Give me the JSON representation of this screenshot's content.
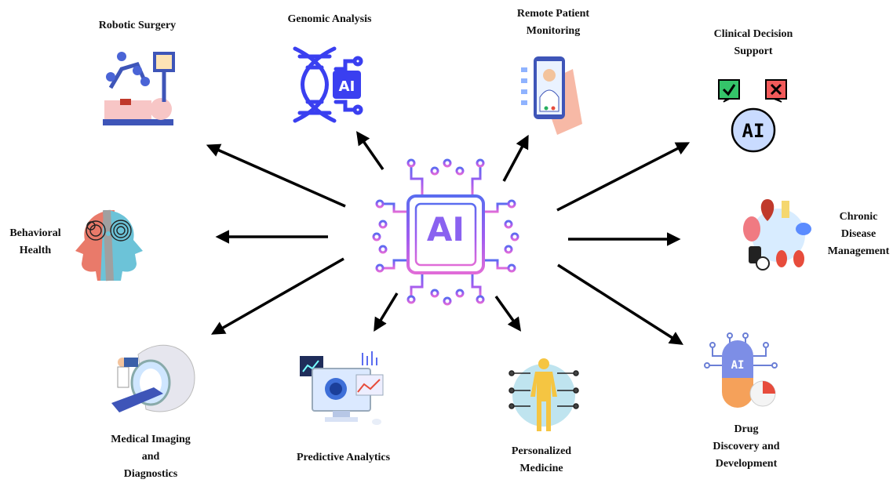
{
  "center": {
    "label": "AI"
  },
  "nodes": {
    "robotic_surgery": {
      "lines": [
        "Robotic Surgery"
      ]
    },
    "genomic_analysis": {
      "lines": [
        "Genomic Analysis"
      ],
      "icon_text": "AI"
    },
    "remote_patient_monitoring": {
      "lines": [
        "Remote Patient",
        "Monitoring"
      ]
    },
    "clinical_decision_support": {
      "lines": [
        "Clinical Decision",
        "Support"
      ],
      "icon_text": "AI"
    },
    "behavioral_health": {
      "lines": [
        "Behavioral",
        "Health"
      ]
    },
    "chronic_disease_management": {
      "lines": [
        "Chronic",
        "Disease",
        "Management"
      ]
    },
    "medical_imaging": {
      "lines": [
        "Medical Imaging",
        "and",
        "Diagnostics"
      ]
    },
    "predictive_analytics": {
      "lines": [
        "Predictive Analytics"
      ]
    },
    "personalized_medicine": {
      "lines": [
        "Personalized",
        "Medicine"
      ]
    },
    "drug_discovery": {
      "lines": [
        "Drug",
        "Discovery and",
        "Development"
      ],
      "icon_text": "AI"
    }
  },
  "colors": {
    "circuit_blue": "#5a6cf0",
    "circuit_purple": "#a15cf0",
    "circuit_pink": "#e06cd8",
    "arrow": "#000000"
  }
}
